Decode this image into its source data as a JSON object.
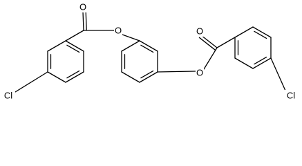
{
  "molecule": {
    "atoms": {
      "o_carbonyl_left": "O",
      "o_ester_left": "O",
      "o_ester_right": "O",
      "o_carbonyl_right": "O",
      "cl_left": "Cl",
      "cl_right": "Cl"
    }
  },
  "colors": {
    "bond": "#000000",
    "label": "#000000",
    "background": "#ffffff"
  }
}
